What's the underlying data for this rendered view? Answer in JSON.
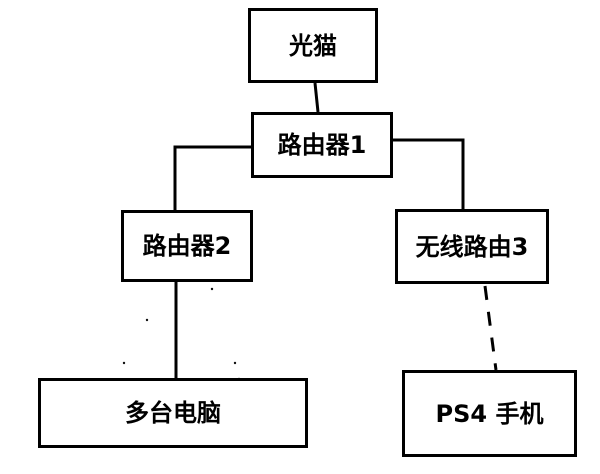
{
  "nodes": {
    "optical_modem": "光猫",
    "router_1": "路由器1",
    "router_2": "路由器2",
    "wireless_router_3": "无线路由3",
    "multiple_pcs": "多台电脑",
    "ps4_phone": "PS4 手机"
  }
}
